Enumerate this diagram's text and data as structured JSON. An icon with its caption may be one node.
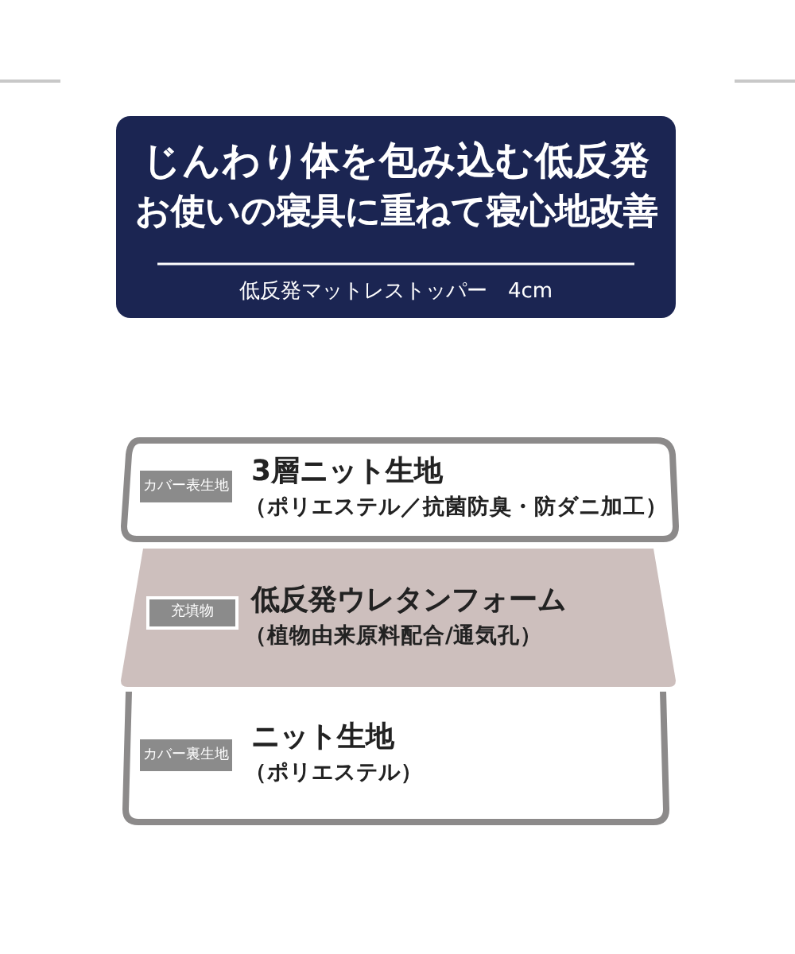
{
  "diagram": {
    "nodes": [
      {
        "text": [
          "じんわり体を包み込む低反発",
          "お使いの寝具に重ねて寝心地改善",
          "低反発マットレストッパー　4cm"
        ]
      },
      {
        "text": [
          "3層ニット生地",
          "（ポリエステル／抗菌防臭・防ダニ加工）"
        ]
      },
      {
        "text": [
          "カバー表生地"
        ],
        "in": 1
      },
      {
        "text": [
          "低反発ウレタンフォーム",
          "（植物由来原料配合/通気孔）"
        ]
      },
      {
        "text": [
          "充填物"
        ],
        "in": 3
      },
      {
        "text": [
          "ニット生地",
          "（ポリエステル）"
        ]
      },
      {
        "text": [
          "カバー裏生地"
        ],
        "in": 5
      }
    ]
  }
}
